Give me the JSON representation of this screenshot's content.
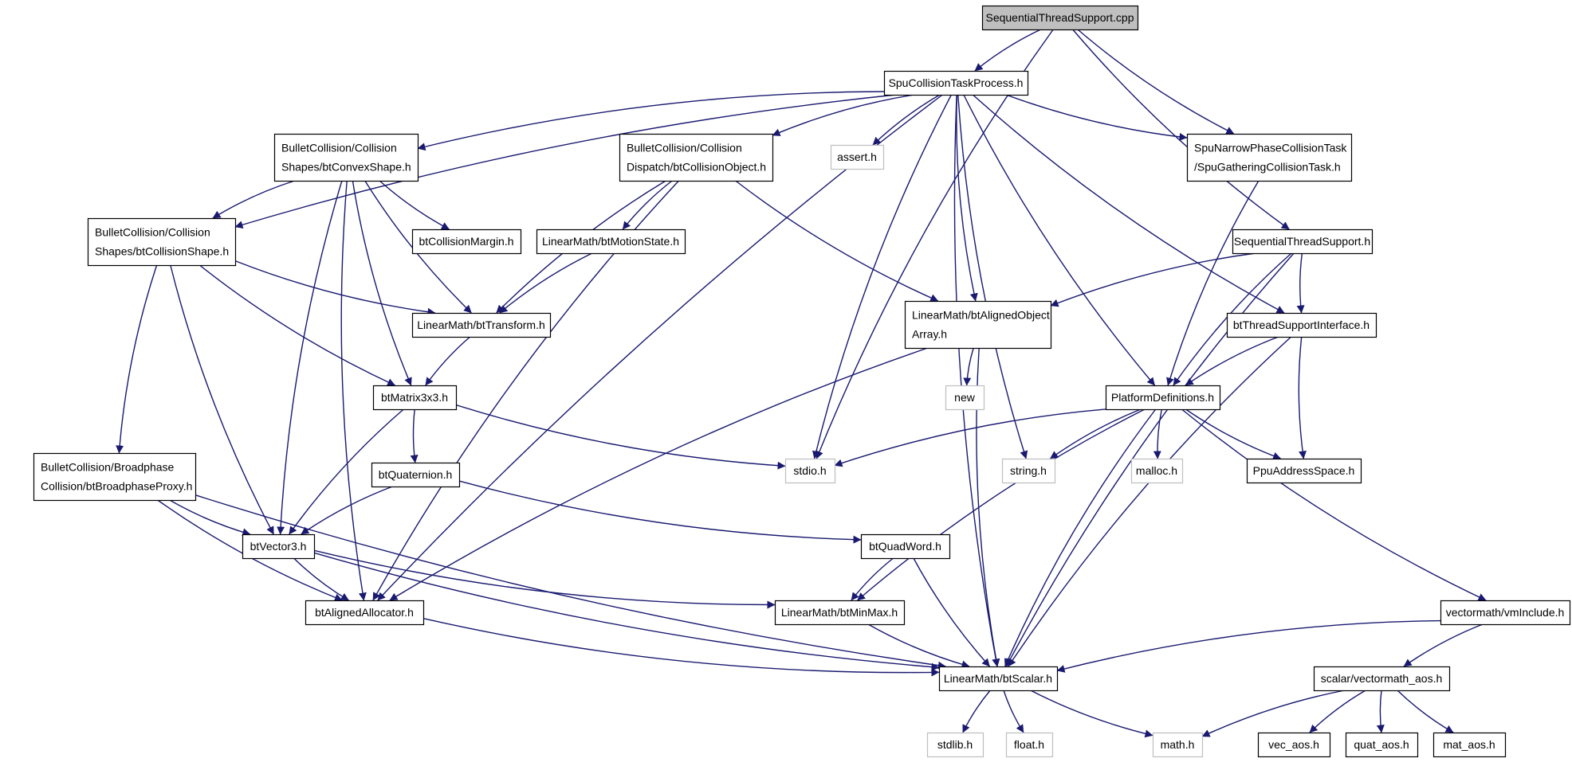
{
  "graph": {
    "title": "",
    "colors": {
      "edge": "#191970",
      "node_border": "#000000",
      "root_fill": "#bfbfbf",
      "node_fill": "#ffffff",
      "missing_border": "#bfbfbf",
      "text": "#000000"
    },
    "nodes": [
      {
        "id": "root",
        "lines": [
          "SequentialThreadSupport.cpp"
        ],
        "style": "root"
      },
      {
        "id": "spuproc",
        "lines": [
          "SpuCollisionTaskProcess.h"
        ],
        "style": "normal"
      },
      {
        "id": "convex",
        "lines": [
          "BulletCollision/Collision",
          "Shapes/btConvexShape.h"
        ],
        "style": "normal"
      },
      {
        "id": "collobj",
        "lines": [
          "BulletCollision/Collision",
          "Dispatch/btCollisionObject.h"
        ],
        "style": "normal"
      },
      {
        "id": "assert",
        "lines": [
          "assert.h"
        ],
        "style": "missing"
      },
      {
        "id": "spunarrow",
        "lines": [
          "SpuNarrowPhaseCollisionTask",
          "/SpuGatheringCollisionTask.h"
        ],
        "style": "normal"
      },
      {
        "id": "collshape",
        "lines": [
          "BulletCollision/Collision",
          "Shapes/btCollisionShape.h"
        ],
        "style": "normal"
      },
      {
        "id": "margin",
        "lines": [
          "btCollisionMargin.h"
        ],
        "style": "normal"
      },
      {
        "id": "motion",
        "lines": [
          "LinearMath/btMotionState.h"
        ],
        "style": "normal"
      },
      {
        "id": "seqh",
        "lines": [
          "SequentialThreadSupport.h"
        ],
        "style": "normal"
      },
      {
        "id": "transform",
        "lines": [
          "LinearMath/btTransform.h"
        ],
        "style": "normal"
      },
      {
        "id": "alignedarr",
        "lines": [
          "LinearMath/btAlignedObject",
          "Array.h"
        ],
        "style": "normal"
      },
      {
        "id": "threadif",
        "lines": [
          "btThreadSupportInterface.h"
        ],
        "style": "normal"
      },
      {
        "id": "matrix",
        "lines": [
          "btMatrix3x3.h"
        ],
        "style": "normal"
      },
      {
        "id": "new",
        "lines": [
          "new"
        ],
        "style": "missing"
      },
      {
        "id": "platform",
        "lines": [
          "PlatformDefinitions.h"
        ],
        "style": "normal"
      },
      {
        "id": "broadphase",
        "lines": [
          "BulletCollision/Broadphase",
          "Collision/btBroadphaseProxy.h"
        ],
        "style": "normal"
      },
      {
        "id": "quat",
        "lines": [
          "btQuaternion.h"
        ],
        "style": "normal"
      },
      {
        "id": "stdio",
        "lines": [
          "stdio.h"
        ],
        "style": "missing"
      },
      {
        "id": "string",
        "lines": [
          "string.h"
        ],
        "style": "missing"
      },
      {
        "id": "malloc",
        "lines": [
          "malloc.h"
        ],
        "style": "missing"
      },
      {
        "id": "ppu",
        "lines": [
          "PpuAddressSpace.h"
        ],
        "style": "normal"
      },
      {
        "id": "vector",
        "lines": [
          "btVector3.h"
        ],
        "style": "normal"
      },
      {
        "id": "quadword",
        "lines": [
          "btQuadWord.h"
        ],
        "style": "normal"
      },
      {
        "id": "allocator",
        "lines": [
          "btAlignedAllocator.h"
        ],
        "style": "normal"
      },
      {
        "id": "minmax",
        "lines": [
          "LinearMath/btMinMax.h"
        ],
        "style": "normal"
      },
      {
        "id": "vmincl",
        "lines": [
          "vectormath/vmInclude.h"
        ],
        "style": "normal"
      },
      {
        "id": "scalar",
        "lines": [
          "LinearMath/btScalar.h"
        ],
        "style": "normal"
      },
      {
        "id": "vecaos",
        "lines": [
          "scalar/vectormath_aos.h"
        ],
        "style": "normal"
      },
      {
        "id": "stdlib",
        "lines": [
          "stdlib.h"
        ],
        "style": "missing"
      },
      {
        "id": "float",
        "lines": [
          "float.h"
        ],
        "style": "missing"
      },
      {
        "id": "math",
        "lines": [
          "math.h"
        ],
        "style": "missing"
      },
      {
        "id": "vec_aos",
        "lines": [
          "vec_aos.h"
        ],
        "style": "normal"
      },
      {
        "id": "quat_aos",
        "lines": [
          "quat_aos.h"
        ],
        "style": "normal"
      },
      {
        "id": "mat_aos",
        "lines": [
          "mat_aos.h"
        ],
        "style": "normal"
      }
    ],
    "edges": [
      [
        "root",
        "spuproc"
      ],
      [
        "root",
        "stdio"
      ],
      [
        "root",
        "spunarrow"
      ],
      [
        "root",
        "seqh"
      ],
      [
        "spuproc",
        "convex"
      ],
      [
        "spuproc",
        "collobj"
      ],
      [
        "spuproc",
        "assert"
      ],
      [
        "spuproc",
        "spunarrow"
      ],
      [
        "spuproc",
        "collshape"
      ],
      [
        "spuproc",
        "alignedarr"
      ],
      [
        "spuproc",
        "threadif"
      ],
      [
        "spuproc",
        "platform"
      ],
      [
        "spuproc",
        "stdio"
      ],
      [
        "spuproc",
        "string"
      ],
      [
        "spuproc",
        "allocator"
      ],
      [
        "spuproc",
        "scalar"
      ],
      [
        "convex",
        "collshape"
      ],
      [
        "convex",
        "margin"
      ],
      [
        "convex",
        "transform"
      ],
      [
        "convex",
        "matrix"
      ],
      [
        "convex",
        "vector"
      ],
      [
        "convex",
        "allocator"
      ],
      [
        "collobj",
        "motion"
      ],
      [
        "collobj",
        "transform"
      ],
      [
        "collobj",
        "alignedarr"
      ],
      [
        "collobj",
        "allocator"
      ],
      [
        "spunarrow",
        "platform"
      ],
      [
        "collshape",
        "transform"
      ],
      [
        "collshape",
        "matrix"
      ],
      [
        "collshape",
        "broadphase"
      ],
      [
        "collshape",
        "vector"
      ],
      [
        "motion",
        "transform"
      ],
      [
        "seqh",
        "alignedarr"
      ],
      [
        "seqh",
        "threadif"
      ],
      [
        "seqh",
        "platform"
      ],
      [
        "seqh",
        "scalar"
      ],
      [
        "transform",
        "matrix"
      ],
      [
        "alignedarr",
        "new"
      ],
      [
        "alignedarr",
        "allocator"
      ],
      [
        "alignedarr",
        "scalar"
      ],
      [
        "threadif",
        "platform"
      ],
      [
        "threadif",
        "ppu"
      ],
      [
        "threadif",
        "scalar"
      ],
      [
        "matrix",
        "quat"
      ],
      [
        "matrix",
        "stdio"
      ],
      [
        "matrix",
        "vector"
      ],
      [
        "platform",
        "stdio"
      ],
      [
        "platform",
        "string"
      ],
      [
        "platform",
        "malloc"
      ],
      [
        "platform",
        "ppu"
      ],
      [
        "platform",
        "vmincl"
      ],
      [
        "platform",
        "minmax"
      ],
      [
        "platform",
        "scalar"
      ],
      [
        "broadphase",
        "vector"
      ],
      [
        "broadphase",
        "allocator"
      ],
      [
        "broadphase",
        "scalar"
      ],
      [
        "quat",
        "quadword"
      ],
      [
        "quat",
        "vector"
      ],
      [
        "vector",
        "allocator"
      ],
      [
        "vector",
        "minmax"
      ],
      [
        "vector",
        "scalar"
      ],
      [
        "quadword",
        "minmax"
      ],
      [
        "quadword",
        "scalar"
      ],
      [
        "allocator",
        "scalar"
      ],
      [
        "minmax",
        "scalar"
      ],
      [
        "vmincl",
        "scalar"
      ],
      [
        "vmincl",
        "vecaos"
      ],
      [
        "scalar",
        "stdlib"
      ],
      [
        "scalar",
        "float"
      ],
      [
        "scalar",
        "math"
      ],
      [
        "vecaos",
        "math"
      ],
      [
        "vecaos",
        "vec_aos"
      ],
      [
        "vecaos",
        "quat_aos"
      ],
      [
        "vecaos",
        "mat_aos"
      ]
    ]
  }
}
